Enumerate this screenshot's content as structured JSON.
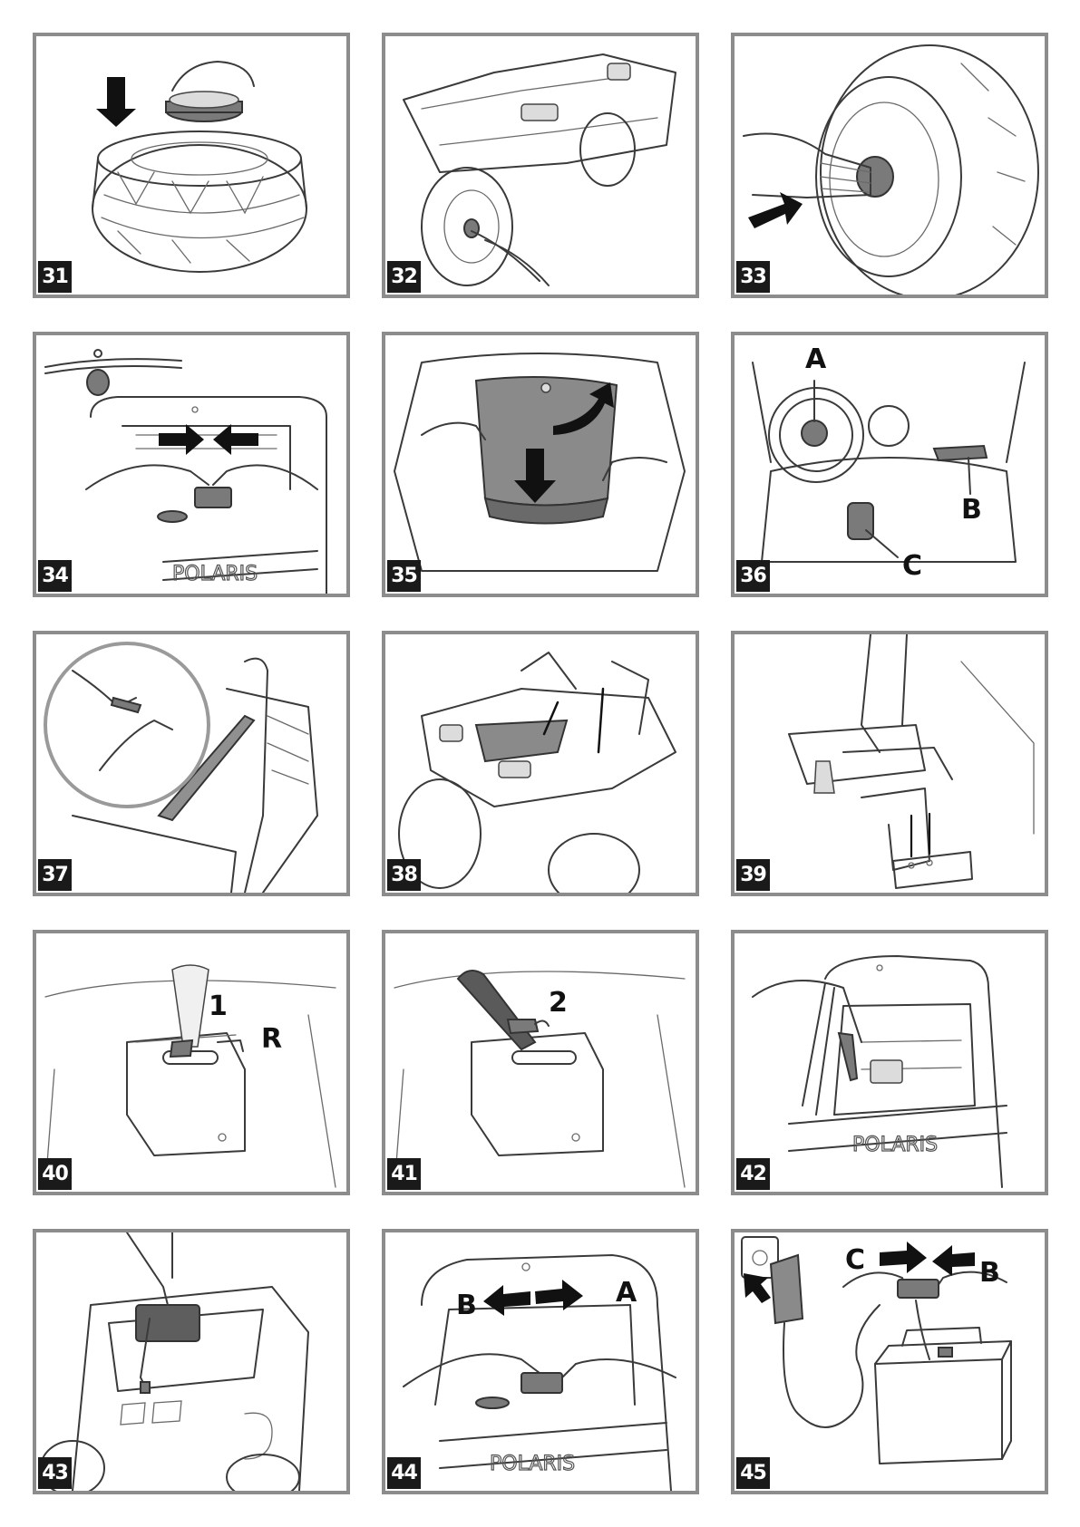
{
  "panels": [
    {
      "number": "31",
      "labels": []
    },
    {
      "number": "32",
      "labels": []
    },
    {
      "number": "33",
      "labels": []
    },
    {
      "number": "34",
      "labels": []
    },
    {
      "number": "35",
      "labels": []
    },
    {
      "number": "36",
      "labels": [
        "A",
        "B",
        "C"
      ]
    },
    {
      "number": "37",
      "labels": []
    },
    {
      "number": "38",
      "labels": []
    },
    {
      "number": "39",
      "labels": []
    },
    {
      "number": "40",
      "labels": [
        "1",
        "R"
      ]
    },
    {
      "number": "41",
      "labels": [
        "2"
      ]
    },
    {
      "number": "42",
      "labels": []
    },
    {
      "number": "43",
      "labels": []
    },
    {
      "number": "44",
      "labels": [
        "B",
        "A"
      ]
    },
    {
      "number": "45",
      "labels": [
        "C",
        "B"
      ]
    }
  ],
  "brand_text": "POLARIS"
}
